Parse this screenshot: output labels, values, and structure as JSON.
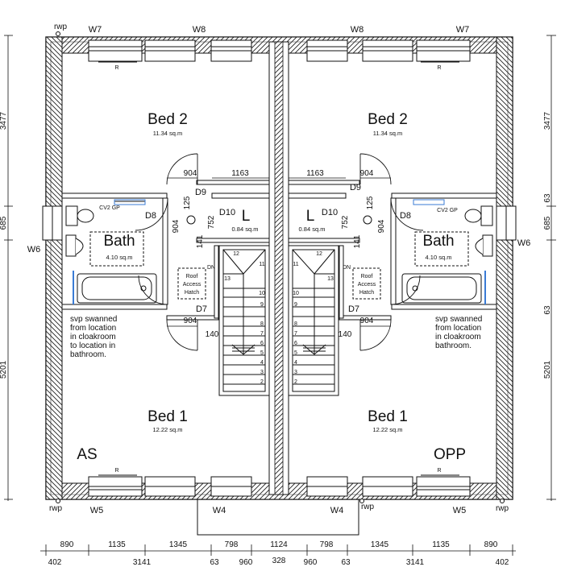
{
  "plan": {
    "left_unit": {
      "bed2": {
        "name": "Bed 2",
        "area": "11.34 sq.m"
      },
      "bed1": {
        "name": "Bed 1",
        "area": "12.22 sq.m"
      },
      "bath": {
        "name": "Bath",
        "area": "4.10 sq.m"
      },
      "landing": {
        "name": "L",
        "area": "0.84 sq.m"
      },
      "plot_label": "AS"
    },
    "right_unit": {
      "bed2": {
        "name": "Bed 2",
        "area": "11.34 sq.m"
      },
      "bed1": {
        "name": "Bed 1",
        "area": "12.22 sq.m"
      },
      "bath": {
        "name": "Bath",
        "area": "4.10 sq.m"
      },
      "landing": {
        "name": "L",
        "area": "0.84 sq.m"
      },
      "plot_label": "OPP"
    },
    "windows": {
      "w4": "W4",
      "w5": "W5",
      "w6": "W6",
      "w7": "W7",
      "w8": "W8"
    },
    "doors": {
      "d7": "D7",
      "d8": "D8",
      "d9": "D9",
      "d10": "D10"
    },
    "rwp": "rwp",
    "radiator": "R",
    "cv2_gp": "CV2 GP",
    "dn": "DN",
    "roof_hatch": [
      "Roof",
      "Access",
      "Hatch"
    ],
    "svp_note_left": [
      "svp swanned",
      "from location",
      "in cloakroom",
      "to location in",
      "bathroom."
    ],
    "svp_note_right": [
      "svp swanned",
      "from location",
      "in cloakroom",
      "bathroom."
    ],
    "stair_numbers": [
      "2",
      "3",
      "4",
      "5",
      "6",
      "7",
      "8",
      "9",
      "10",
      "11",
      "12",
      "13"
    ],
    "internal_dims": {
      "d904": "904",
      "d1163": "1163",
      "d125": "125",
      "d752": "752",
      "d141": "141",
      "d140": "140"
    },
    "side_dims_left": [
      "3477",
      "685",
      "5201"
    ],
    "side_dims_right": [
      "3477",
      "63",
      "685",
      "63",
      "5201"
    ],
    "bottom_dims_row1": [
      "890",
      "1135",
      "1345",
      "798",
      "1124",
      "798",
      "1345",
      "1135",
      "890"
    ],
    "bottom_dims_row2": [
      "402",
      "3141",
      "63",
      "960",
      "328",
      "960",
      "63",
      "3141",
      "402"
    ]
  }
}
